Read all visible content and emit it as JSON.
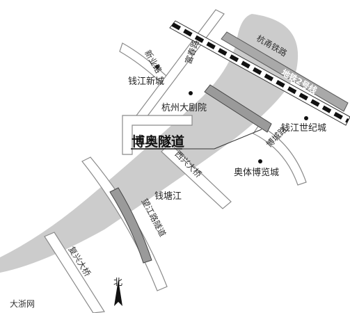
{
  "labels": {
    "xinye_road": "新业路",
    "fuchun_road": "富春路",
    "hangtie": "杭甬铁路",
    "qianjiang_xincheng": "钱江新城",
    "hangzhou_theatre": "杭州大剧院",
    "metro2": "地铁2号线",
    "qianjiang_century": "钱江世纪城",
    "boao_tunnel": "博奥隧道",
    "bocheng_road": "博城路",
    "xixing_bridge": "西兴大桥",
    "olympic_expo": "奥体博览城",
    "qiantang_river": "钱塘江",
    "wangjiang_tunnel": "望江路隧道",
    "fuxing_bridge": "复兴大桥",
    "north": "北",
    "watermark": "大浙网"
  },
  "colors": {
    "river": "#c9c9c9",
    "road": "#ffffff",
    "road_edge": "#888888",
    "tunnel": "#9a9a9a",
    "railway": "#222222"
  }
}
